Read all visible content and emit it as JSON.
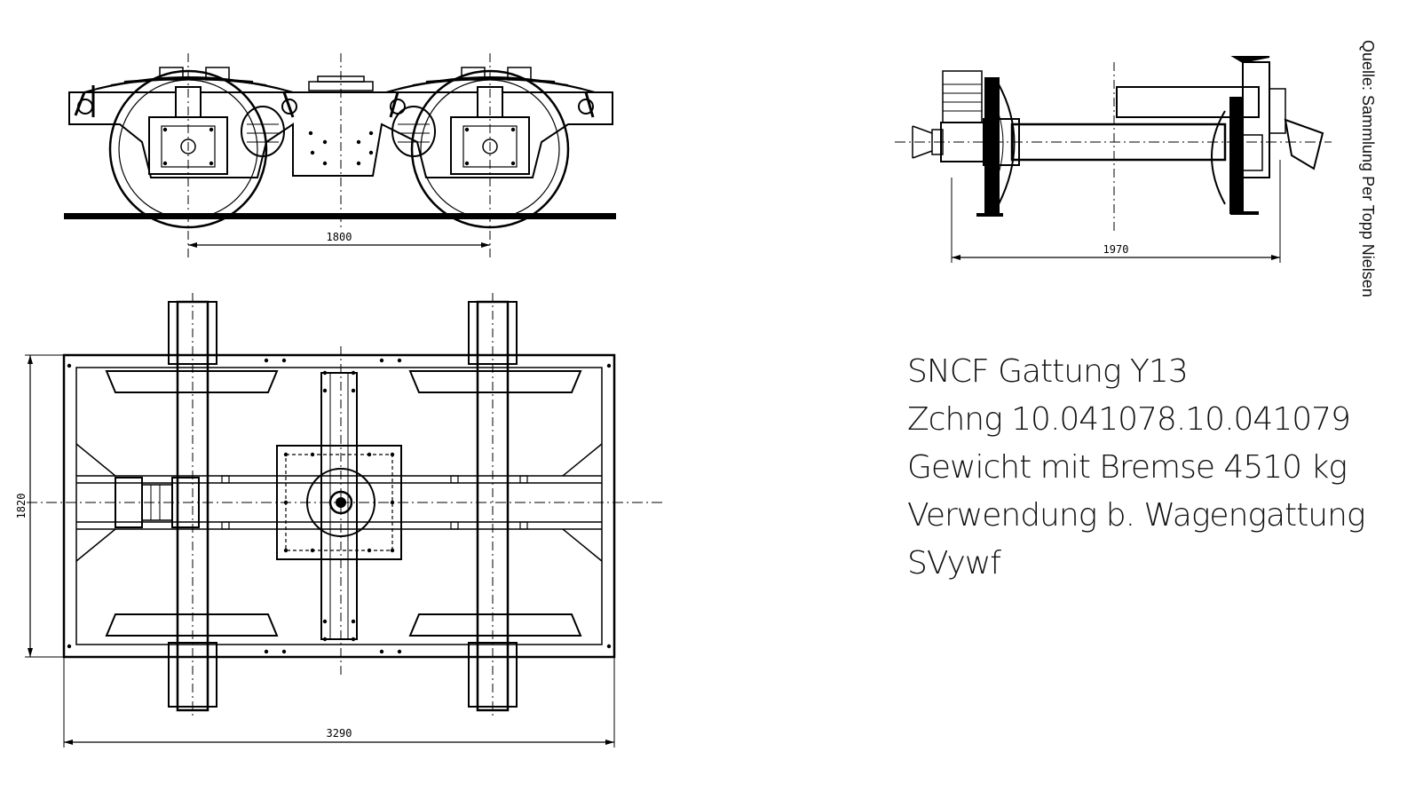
{
  "dimensions": {
    "side_wheelbase": "1800",
    "axle_width": "1970",
    "plan_length": "3290",
    "plan_width": "1820"
  },
  "title_block": {
    "line1": "SNCF Gattung  Y13",
    "line2": "Zchng 10.041078.10.041079",
    "line3": "Gewicht mit Bremse 4510 kg",
    "line4": "Verwendung b. Wagengattung",
    "line5": "SVywf"
  },
  "source": "Quelle: Sammlung Per Topp Nielsen"
}
